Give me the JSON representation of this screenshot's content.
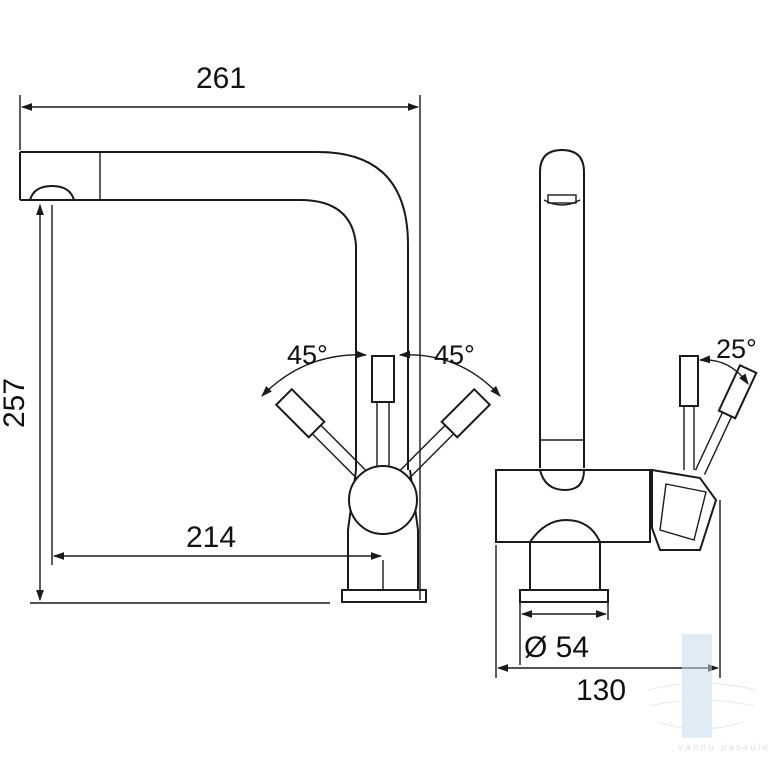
{
  "dimensions": {
    "width_total": "261",
    "height_total": "257",
    "spout_reach": "214",
    "base_width": "130",
    "base_diameter": "Ø 54"
  },
  "angles": {
    "left_lever": "45°",
    "right_lever": "45°",
    "side_lever": "25°"
  },
  "watermark": {
    "text": "vannu pasaule",
    "color": "#a9c3dc"
  }
}
